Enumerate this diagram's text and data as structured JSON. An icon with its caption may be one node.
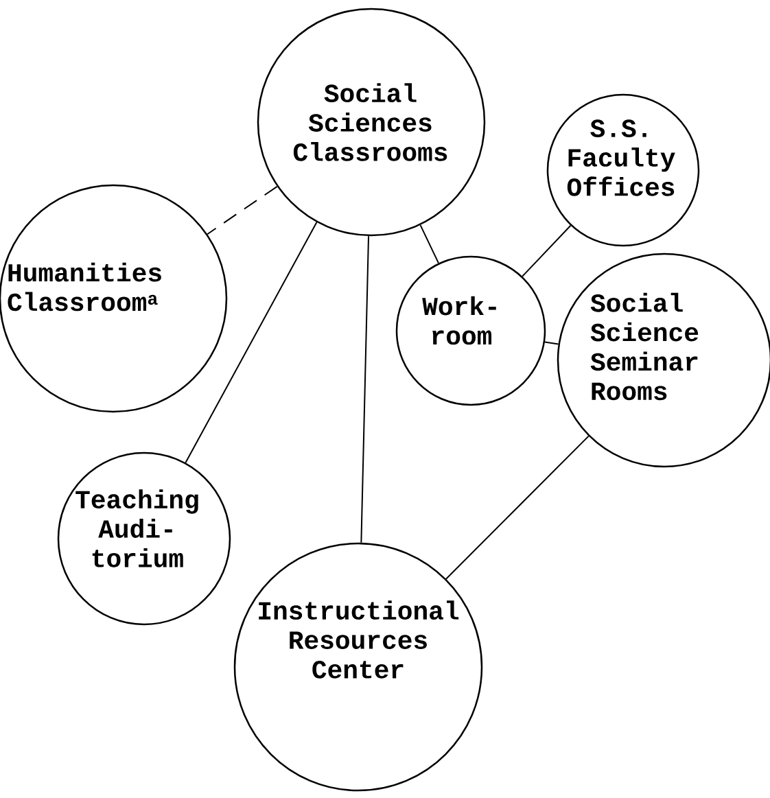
{
  "diagram": {
    "nodes": [
      {
        "text": [
          "Social Sciences Classrooms"
        ]
      },
      {
        "text": [
          "S.S. Faculty Offices"
        ]
      },
      {
        "text": [
          "Humanities Classroom$^{a}$"
        ]
      },
      {
        "text": [
          "Work- room"
        ]
      },
      {
        "text": [
          "Social Science Seminar Rooms"
        ]
      },
      {
        "text": [
          "Teaching Audi- torium"
        ]
      },
      {
        "text": [
          "Instructional Resources Center"
        ]
      }
    ],
    "edges": [
      {
        "from": 0,
        "to": 2,
        "arrow": "none",
        "style": "dashed"
      },
      {
        "from": 0,
        "to": 5,
        "arrow": "none"
      },
      {
        "from": 0,
        "to": 6,
        "arrow": "none"
      },
      {
        "from": 0,
        "to": 3,
        "arrow": "none"
      },
      {
        "from": 1,
        "to": 3,
        "arrow": "none"
      },
      {
        "from": 3,
        "to": 4,
        "arrow": "none"
      },
      {
        "from": 4,
        "to": 6,
        "arrow": "none"
      }
    ]
  }
}
